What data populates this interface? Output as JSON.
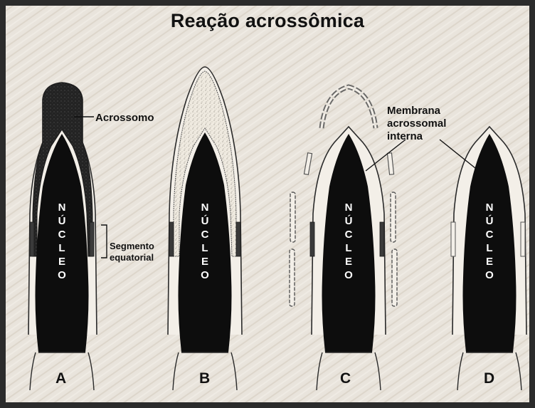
{
  "title": "Reação acrossômica",
  "labels": {
    "acrosome": "Acrossomo",
    "equatorial_segment": [
      "Segmento",
      "equatorial"
    ],
    "inner_membrane": [
      "Membrana",
      "acrossomal",
      "interna"
    ]
  },
  "nucleus_text": "NÚCLEO",
  "panels": [
    {
      "letter": "A"
    },
    {
      "letter": "B"
    },
    {
      "letter": "C"
    },
    {
      "letter": "D"
    }
  ],
  "colors": {
    "background": "#e9e4dc",
    "frame": "#2b2b2b",
    "nucleus": "#0d0d0d",
    "outline": "#2a2a2a"
  }
}
